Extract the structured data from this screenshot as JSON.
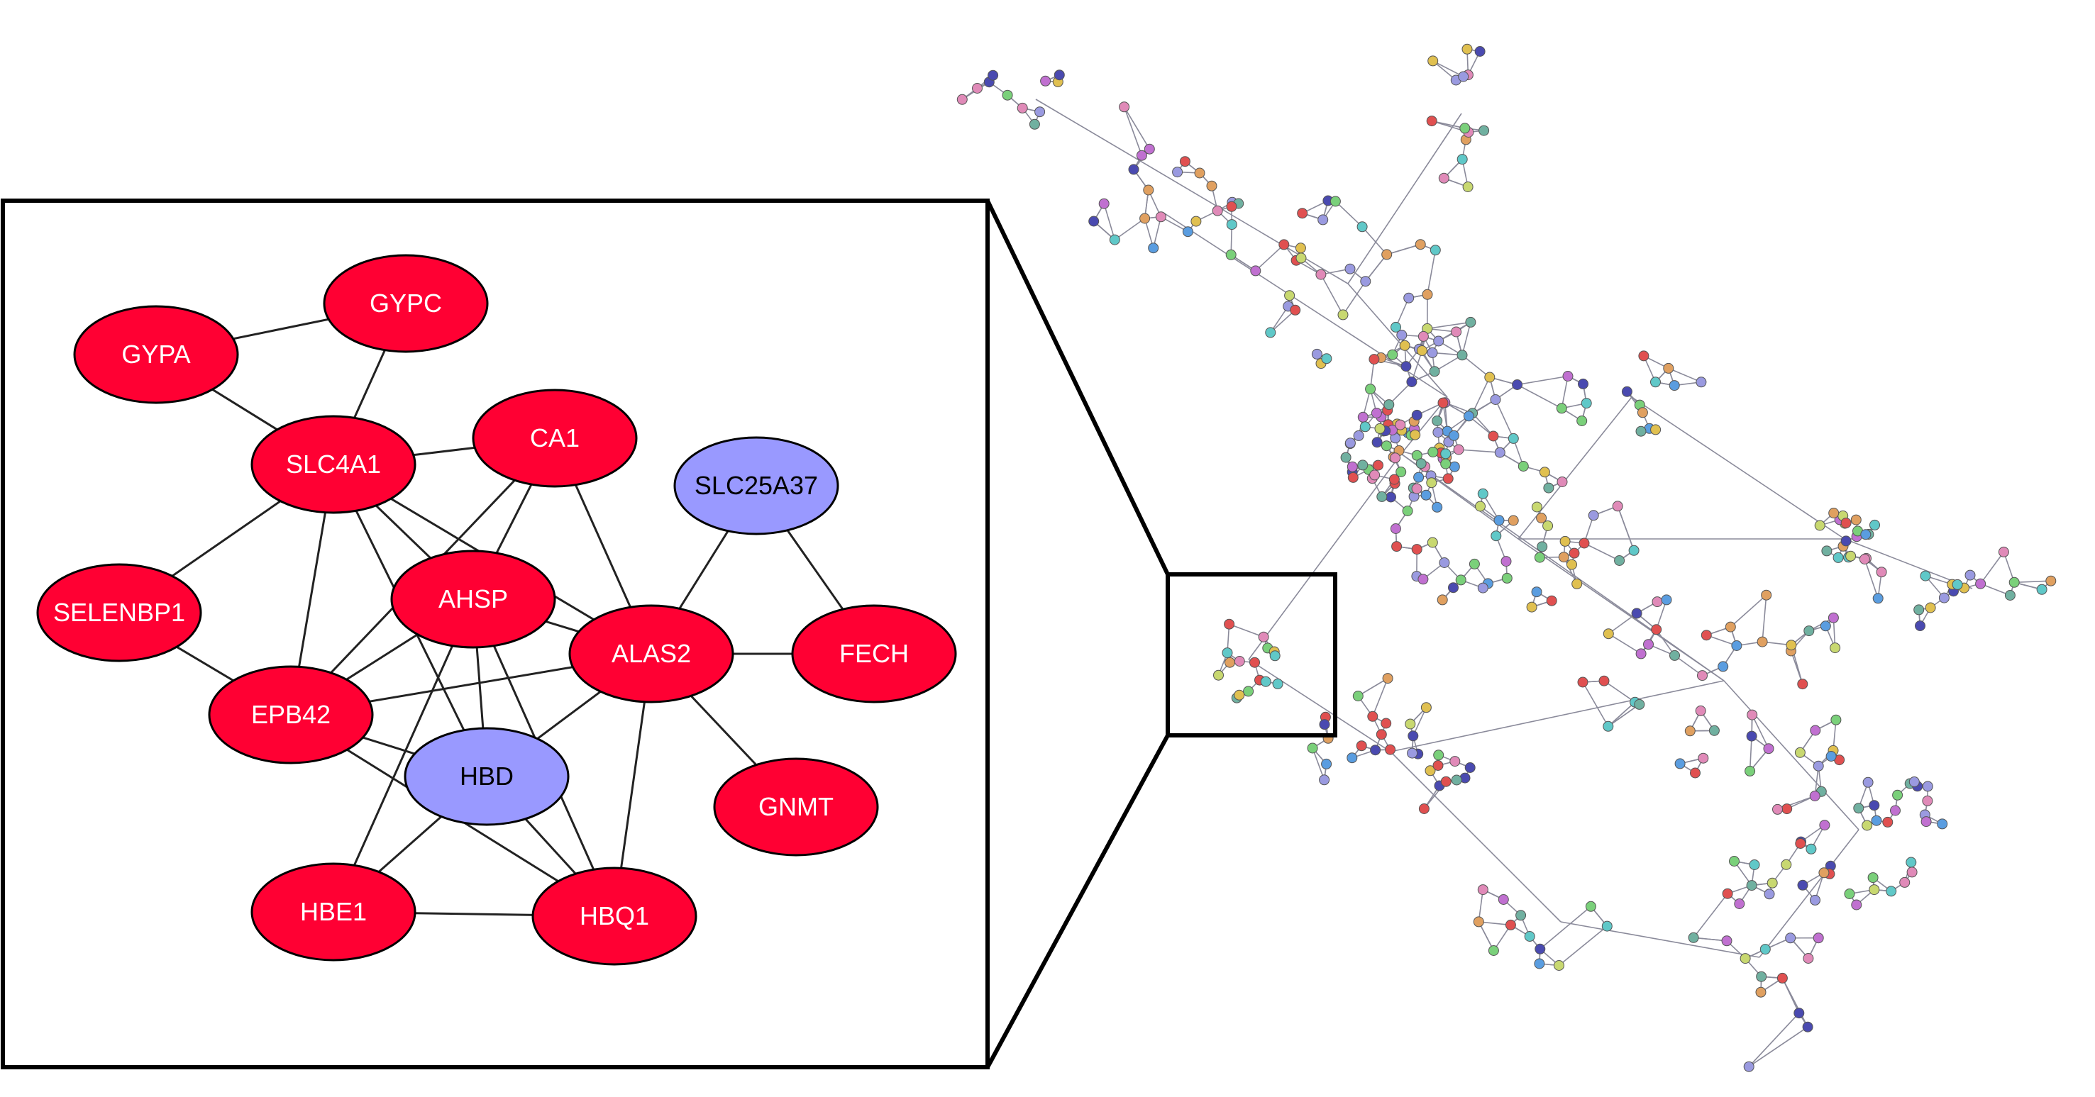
{
  "colors": {
    "node_red": "#ff0033",
    "node_blue": "#9999ff",
    "label_on_red": "#ffffff",
    "label_on_blue": "#000000",
    "edge": "#222222",
    "frame": "#000000",
    "net_edge": "#8a8a9a"
  },
  "zoom_network": {
    "nodes": [
      {
        "id": "GYPC",
        "label": "GYPC",
        "color": "red"
      },
      {
        "id": "GYPA",
        "label": "GYPA",
        "color": "red"
      },
      {
        "id": "SLC4A1",
        "label": "SLC4A1",
        "color": "red"
      },
      {
        "id": "CA1",
        "label": "CA1",
        "color": "red"
      },
      {
        "id": "SLC25A37",
        "label": "SLC25A37",
        "color": "blue"
      },
      {
        "id": "SELENBP1",
        "label": "SELENBP1",
        "color": "red"
      },
      {
        "id": "AHSP",
        "label": "AHSP",
        "color": "red"
      },
      {
        "id": "ALAS2",
        "label": "ALAS2",
        "color": "red"
      },
      {
        "id": "FECH",
        "label": "FECH",
        "color": "red"
      },
      {
        "id": "EPB42",
        "label": "EPB42",
        "color": "red"
      },
      {
        "id": "HBD",
        "label": "HBD",
        "color": "blue"
      },
      {
        "id": "GNMT",
        "label": "GNMT",
        "color": "red"
      },
      {
        "id": "HBE1",
        "label": "HBE1",
        "color": "red"
      },
      {
        "id": "HBQ1",
        "label": "HBQ1",
        "color": "red"
      }
    ],
    "edges": [
      [
        "GYPA",
        "GYPC"
      ],
      [
        "GYPA",
        "SLC4A1"
      ],
      [
        "GYPC",
        "SLC4A1"
      ],
      [
        "SLC4A1",
        "CA1"
      ],
      [
        "SLC4A1",
        "SELENBP1"
      ],
      [
        "SLC4A1",
        "AHSP"
      ],
      [
        "SLC4A1",
        "EPB42"
      ],
      [
        "SLC4A1",
        "HBD"
      ],
      [
        "SLC4A1",
        "ALAS2"
      ],
      [
        "CA1",
        "AHSP"
      ],
      [
        "CA1",
        "EPB42"
      ],
      [
        "CA1",
        "ALAS2"
      ],
      [
        "SLC25A37",
        "ALAS2"
      ],
      [
        "SLC25A37",
        "FECH"
      ],
      [
        "SELENBP1",
        "EPB42"
      ],
      [
        "AHSP",
        "EPB42"
      ],
      [
        "AHSP",
        "ALAS2"
      ],
      [
        "AHSP",
        "HBD"
      ],
      [
        "AHSP",
        "HBE1"
      ],
      [
        "AHSP",
        "HBQ1"
      ],
      [
        "ALAS2",
        "FECH"
      ],
      [
        "ALAS2",
        "GNMT"
      ],
      [
        "ALAS2",
        "HBD"
      ],
      [
        "ALAS2",
        "EPB42"
      ],
      [
        "ALAS2",
        "HBQ1"
      ],
      [
        "EPB42",
        "HBD"
      ],
      [
        "EPB42",
        "HBQ1"
      ],
      [
        "HBD",
        "HBE1"
      ],
      [
        "HBD",
        "HBQ1"
      ],
      [
        "HBE1",
        "HBQ1"
      ]
    ]
  },
  "overview_network": {
    "node_palette": [
      "#e05050",
      "#5a9de0",
      "#7ad07a",
      "#c070d0",
      "#e0c050",
      "#60c8c8",
      "#e08ab8",
      "#9a9ae0",
      "#c8d870",
      "#4a4ab0",
      "#e0a060",
      "#70b0a0"
    ]
  }
}
